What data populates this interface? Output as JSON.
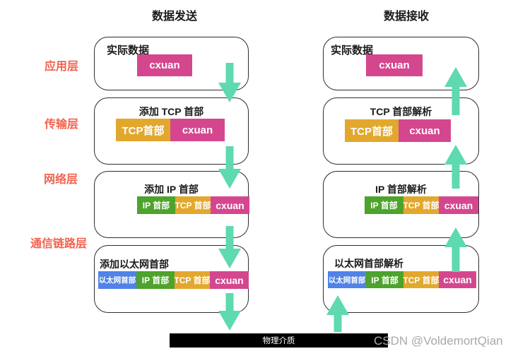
{
  "titles": {
    "send": "数据发送",
    "receive": "数据接收"
  },
  "layer_labels": [
    "应用层",
    "传输层",
    "网络层",
    "通信链路层"
  ],
  "colors": {
    "pink": "#d4478f",
    "yellow": "#e2a82e",
    "green": "#4da32c",
    "blue": "#5082e8",
    "arrow": "#5ed9b0",
    "layer_label": "#f2634f",
    "bar_bg": "#000000",
    "bar_text": "#ffffff"
  },
  "send_stack": [
    {
      "title": "实际数据",
      "segments": [
        {
          "label": "cxuan",
          "color": "pink"
        }
      ]
    },
    {
      "title": "添加 TCP 首部",
      "segments": [
        {
          "label": "TCP首部",
          "color": "yellow"
        },
        {
          "label": "cxuan",
          "color": "pink"
        }
      ]
    },
    {
      "title": "添加 IP 首部",
      "segments": [
        {
          "label": "IP 首部",
          "color": "green"
        },
        {
          "label": "TCP 首部",
          "color": "yellow"
        },
        {
          "label": "cxuan",
          "color": "pink"
        }
      ]
    },
    {
      "title": "添加以太网首部",
      "segments": [
        {
          "label": "以太网首部",
          "color": "blue"
        },
        {
          "label": "IP 首部",
          "color": "green"
        },
        {
          "label": "TCP 首部",
          "color": "yellow"
        },
        {
          "label": "cxuan",
          "color": "pink"
        }
      ]
    }
  ],
  "receive_stack": [
    {
      "title": "实际数据",
      "segments": [
        {
          "label": "cxuan",
          "color": "pink"
        }
      ]
    },
    {
      "title": "TCP 首部解析",
      "segments": [
        {
          "label": "TCP首部",
          "color": "yellow"
        },
        {
          "label": "cxuan",
          "color": "pink"
        }
      ]
    },
    {
      "title": "IP 首部解析",
      "segments": [
        {
          "label": "IP 首部",
          "color": "green"
        },
        {
          "label": "TCP 首部",
          "color": "yellow"
        },
        {
          "label": "cxuan",
          "color": "pink"
        }
      ]
    },
    {
      "title": "以太网首部解析",
      "segments": [
        {
          "label": "以太网首部",
          "color": "blue"
        },
        {
          "label": "IP 首部",
          "color": "green"
        },
        {
          "label": "TCP 首部",
          "color": "yellow"
        },
        {
          "label": "cxuan",
          "color": "pink"
        }
      ]
    }
  ],
  "physical_medium_label": "物理介质",
  "watermark": "CSDN @VoldemortQian"
}
